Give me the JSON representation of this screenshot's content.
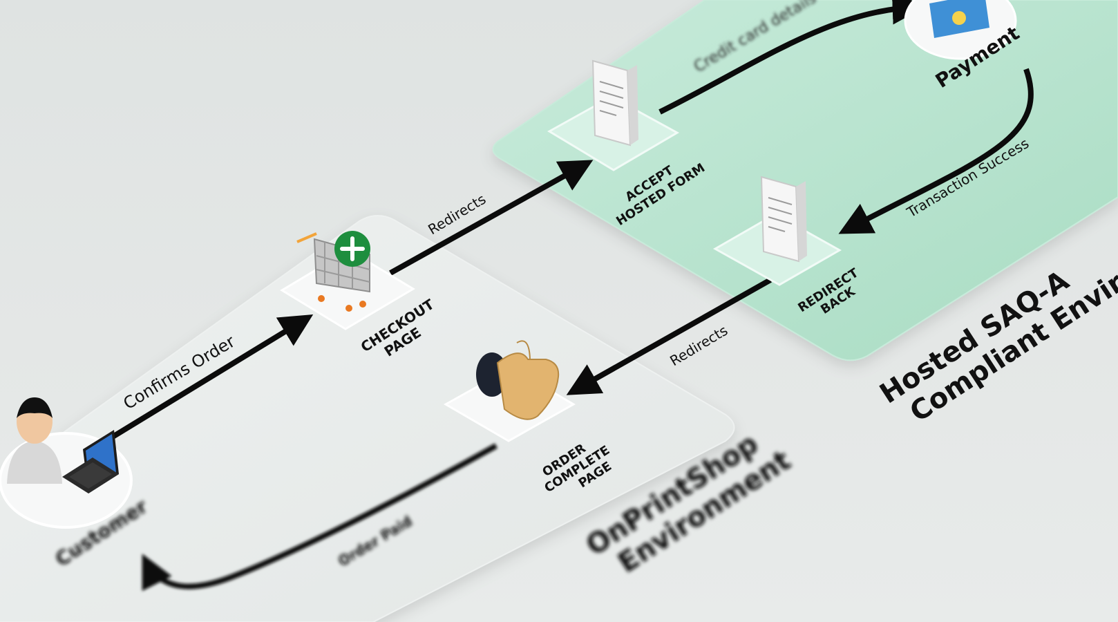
{
  "diagram": {
    "zones": {
      "onprintshop": {
        "title_line1": "OnPrintShop",
        "title_line2": "Environment"
      },
      "hosted": {
        "title_line1": "Hosted SAQ-A",
        "title_line2": "Compliant Envir"
      }
    },
    "nodes": {
      "customer": {
        "label": "Customer"
      },
      "checkout": {
        "label_line1": "CHECKOUT",
        "label_line2": "PAGE"
      },
      "accept": {
        "label_line1": "ACCEPT",
        "label_line2": "HOSTED FORM"
      },
      "payment": {
        "label": "Payment"
      },
      "redirect_back": {
        "label_line1": "REDIRECT",
        "label_line2": "BACK"
      },
      "order_complete": {
        "label_line1": "ORDER",
        "label_line2": "COMPLETE",
        "label_line3": "PAGE"
      }
    },
    "edges": {
      "confirms_order": "Confirms Order",
      "redirects_1": "Redirects",
      "credit_card": "Credit card details",
      "transaction_success": "Transaction Success",
      "redirects_2": "Redirects",
      "order_paid": "Order Paid"
    },
    "colors": {
      "onprintshop_zone": "#e7ebea",
      "hosted_zone": "#bfe6d4",
      "arrow": "#0b0b0b",
      "text": "#111111",
      "cart_badge": "#1e8e3e"
    }
  }
}
